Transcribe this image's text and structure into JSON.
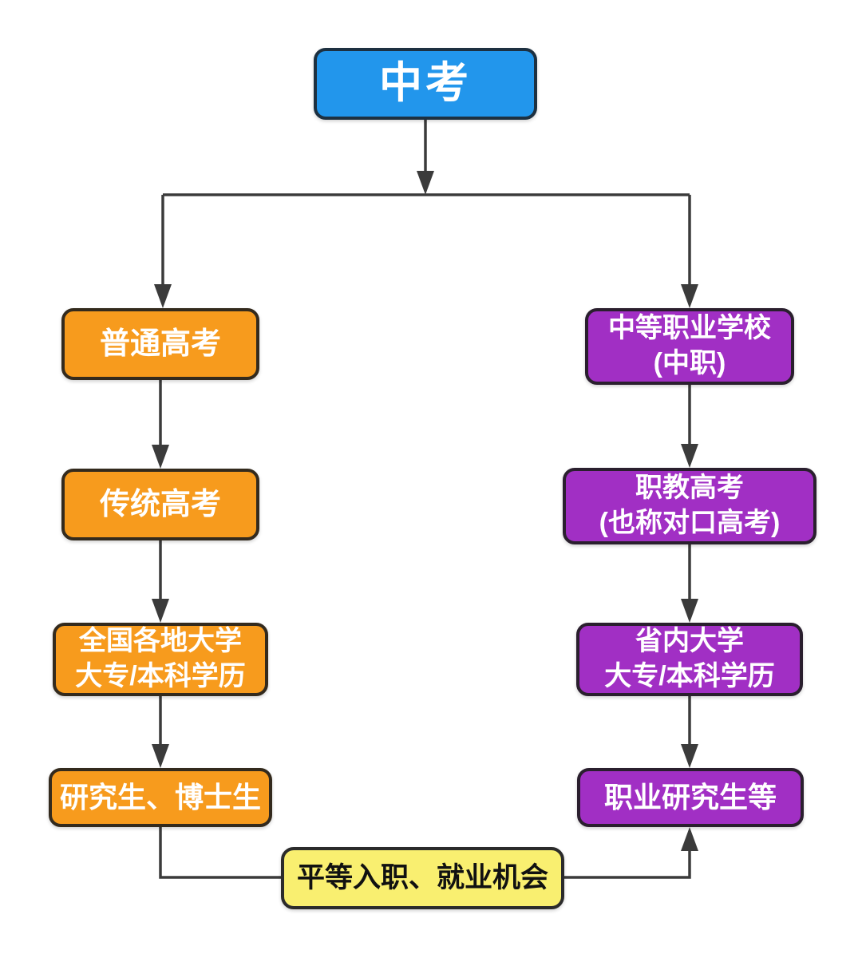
{
  "colors": {
    "root_fill": "#2296ec",
    "academic_fill": "#f79b1d",
    "vocational_fill": "#a12fc4",
    "outcome_fill": "#f9ef70",
    "connector": "#3b3b3b"
  },
  "flowchart": {
    "root": {
      "lines": [
        "中考"
      ]
    },
    "academic_path": [
      {
        "lines": [
          "普通高考"
        ]
      },
      {
        "lines": [
          "传统高考"
        ]
      },
      {
        "lines": [
          "全国各地大学",
          "大专/本科学历"
        ]
      },
      {
        "lines": [
          "研究生、博士生"
        ]
      }
    ],
    "vocational_path": [
      {
        "lines": [
          "中等职业学校",
          "(中职)"
        ]
      },
      {
        "lines": [
          "职教高考",
          "(也称对口高考)"
        ]
      },
      {
        "lines": [
          "省内大学",
          "大专/本科学历"
        ]
      },
      {
        "lines": [
          "职业研究生等"
        ]
      }
    ],
    "outcome": {
      "lines": [
        "平等入职、就业机会"
      ]
    }
  }
}
